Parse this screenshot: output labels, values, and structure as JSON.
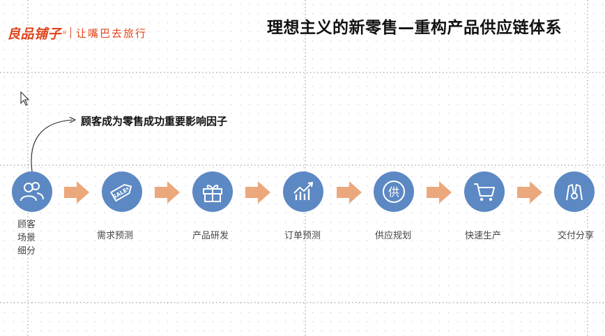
{
  "header": {
    "brand": "良品铺子",
    "brand_mark": "®",
    "slogan": "让嘴巴去旅行",
    "title": "理想主义的新零售—重构产品供应链体系"
  },
  "callout": {
    "text": "顾客成为零售成功重要影响因子"
  },
  "steps": [
    {
      "label_lines": [
        "顾客",
        "场景",
        "细分"
      ],
      "icon": "users-icon"
    },
    {
      "label": "需求预测",
      "icon": "sale-tag-icon",
      "icon_text": "SALE"
    },
    {
      "label": "产品研发",
      "icon": "gift-icon"
    },
    {
      "label": "订单预测",
      "icon": "trend-chart-icon"
    },
    {
      "label": "供应规划",
      "icon": "supply-icon",
      "icon_text": "供"
    },
    {
      "label": "快速生产",
      "icon": "shopping-cart-icon"
    },
    {
      "label": "交付分享",
      "icon": "handshake-icon"
    }
  ],
  "colors": {
    "accent": "#e0451c",
    "circle": "#5c89c4",
    "arrow": "#eba87c"
  }
}
